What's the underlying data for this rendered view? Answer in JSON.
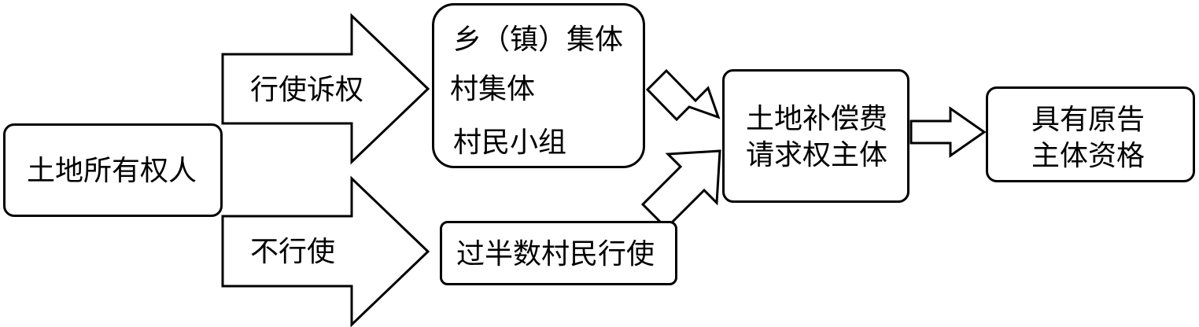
{
  "nodes": {
    "landowner": "土地所有权人",
    "collectives": {
      "township": "乡（镇）集体",
      "village": "村集体",
      "villager_group": "村民小组"
    },
    "majority_villagers": "过半数村民行使",
    "claimant": {
      "line1": "土地补偿费",
      "line2": "请求权主体"
    },
    "plaintiff": {
      "line1": "具有原告",
      "line2": "主体资格"
    }
  },
  "edges": {
    "exercise_right": "行使诉权",
    "not_exercise": "不行使"
  }
}
